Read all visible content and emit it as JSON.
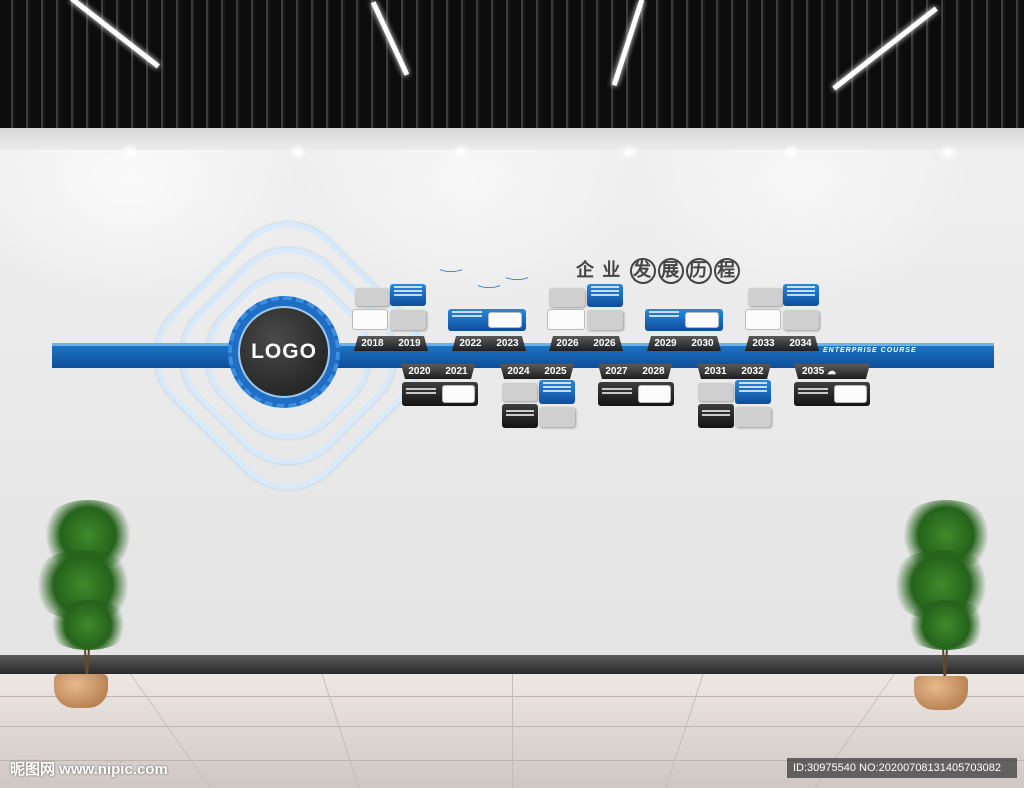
{
  "wall_title": {
    "plain": [
      "企",
      "业"
    ],
    "circled": [
      "发",
      "展",
      "历",
      "程"
    ]
  },
  "wall_subtitle": "ENTERPRISE COURSE",
  "logo_text": "LOGO",
  "timeline_upper": [
    {
      "years": [
        "2018",
        "2019"
      ]
    },
    {
      "years": [
        "2022",
        "2023"
      ]
    },
    {
      "years": [
        "2026",
        "2026"
      ]
    },
    {
      "years": [
        "2029",
        "2030"
      ]
    },
    {
      "years": [
        "2033",
        "2034"
      ]
    }
  ],
  "timeline_lower": [
    {
      "years": [
        "2020",
        "2021"
      ]
    },
    {
      "years": [
        "2024",
        "2025"
      ]
    },
    {
      "years": [
        "2027",
        "2028"
      ]
    },
    {
      "years": [
        "2031",
        "2032"
      ]
    },
    {
      "years": [
        "2035"
      ]
    }
  ],
  "watermark_left": "昵图网 www.nipic.com",
  "watermark_right": "ID:30975540 NO:20200708131405703082",
  "colors": {
    "band_blue": "#1565b8",
    "dark_tab": "#2a2a2a",
    "ceiling": "#111111",
    "wall": "#ececec"
  },
  "icons": {
    "cloud": "cloud-icon",
    "birds": "bird-icon"
  }
}
